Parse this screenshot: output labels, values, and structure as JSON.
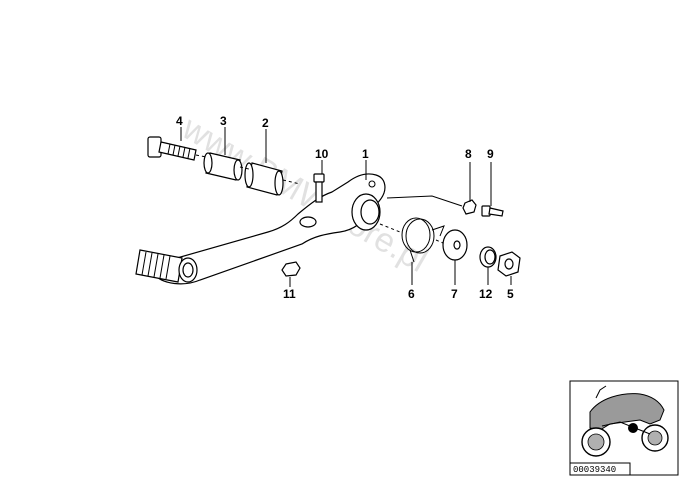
{
  "watermark": "www.BMWstore.pl",
  "callouts": [
    {
      "id": "p1",
      "text": "1"
    },
    {
      "id": "p2",
      "text": "2"
    },
    {
      "id": "p3",
      "text": "3"
    },
    {
      "id": "p4",
      "text": "4"
    },
    {
      "id": "p5",
      "text": "5"
    },
    {
      "id": "p6",
      "text": "6"
    },
    {
      "id": "p7",
      "text": "7"
    },
    {
      "id": "p8",
      "text": "8"
    },
    {
      "id": "p9",
      "text": "9"
    },
    {
      "id": "p10",
      "text": "10"
    },
    {
      "id": "p11",
      "text": "11"
    },
    {
      "id": "p12",
      "text": "12"
    }
  ],
  "thumbnail": {
    "code": "00039340"
  }
}
